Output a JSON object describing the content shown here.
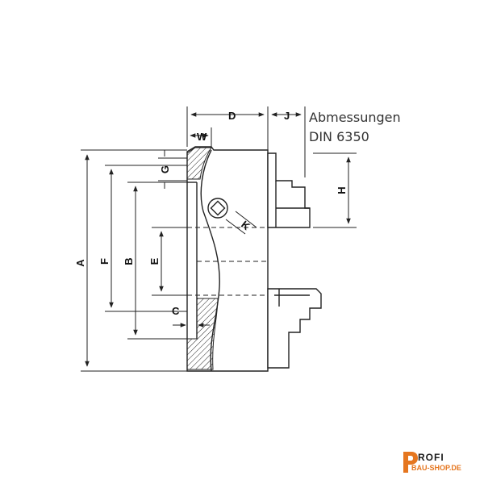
{
  "heading": {
    "line1": "Abmessungen",
    "line2": "DIN 6350"
  },
  "dimension_labels": {
    "A": "A",
    "F": "F",
    "B": "B",
    "E": "E",
    "C": "C",
    "G": "G",
    "W": "W",
    "D": "D",
    "J": "J",
    "H": "H",
    "K": "K"
  },
  "logo": {
    "line1": "ROFI",
    "line2": "BAU-SHOP.DE",
    "brand_color": "#e5761f"
  }
}
